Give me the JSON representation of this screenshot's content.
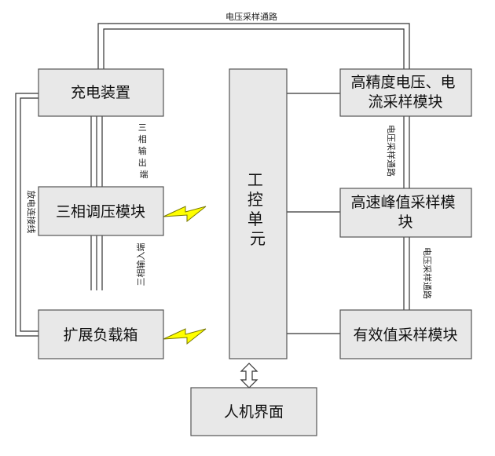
{
  "blocks": {
    "charger": "充电装置",
    "three_phase": "三相调压模块",
    "load_box": "扩展负载箱",
    "control_unit": [
      "工",
      "控",
      "单",
      "元"
    ],
    "hp_sampling": [
      "高精度电压、电",
      "流采样模块"
    ],
    "peak_sampling": [
      "高速峰值采样模",
      "块"
    ],
    "rms_sampling": "有效值采样模块",
    "hmi": "人机界面"
  },
  "labels": {
    "voltage_path_top": "电压采样通路",
    "voltage_path_right1": "电压采样通路",
    "voltage_path_right2": "电压采样通路",
    "three_phase_out": [
      "三",
      "相",
      "输",
      "出",
      "端"
    ],
    "three_phase_in": "三相输入端",
    "discharge_line": "放电连接线"
  },
  "colors": {
    "box_fill": "#e8e8e8",
    "box_stroke": "#555555",
    "bolt": "#ffff00"
  }
}
